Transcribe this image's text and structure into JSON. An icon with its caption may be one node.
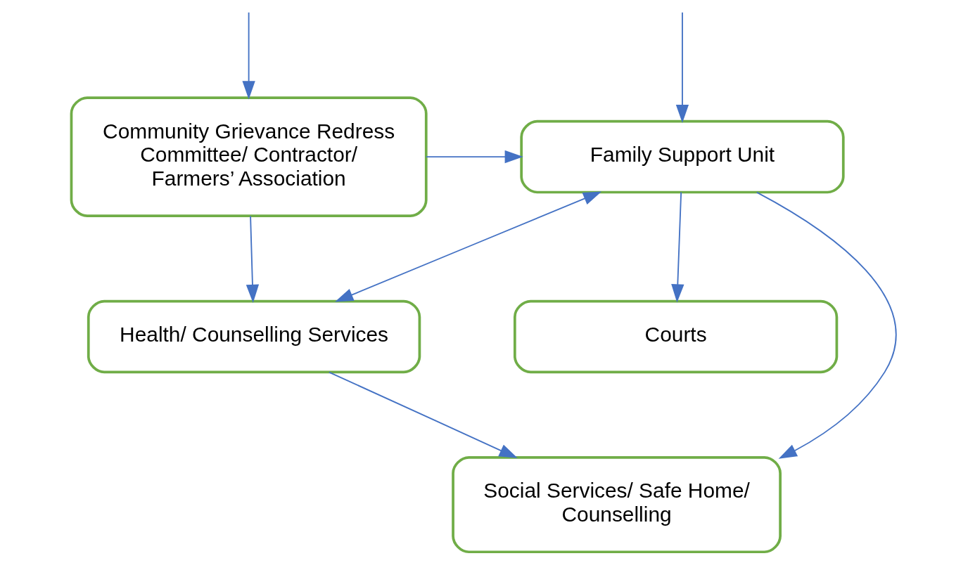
{
  "diagram": {
    "nodes": [
      {
        "text": [
          "Community Grievance Redress Committee/ Contractor/ Farmers’ Association"
        ]
      },
      {
        "text": [
          "Family Support Unit"
        ]
      },
      {
        "text": [
          "Health/ Counselling Services"
        ]
      },
      {
        "text": [
          "Courts"
        ]
      },
      {
        "text": [
          "Social Services/ Safe Home/ Counselling"
        ]
      }
    ],
    "edges": [
      {
        "from": null,
        "to": 0,
        "arrow": "to"
      },
      {
        "from": null,
        "to": 1,
        "arrow": "to"
      },
      {
        "from": 0,
        "to": 1,
        "arrow": "to"
      },
      {
        "from": 0,
        "to": 2,
        "arrow": "to"
      },
      {
        "from": 1,
        "to": 2,
        "arrow": "both"
      },
      {
        "from": 1,
        "to": 4,
        "arrow": "to"
      },
      {
        "from": 1,
        "to": 3,
        "arrow": "to"
      },
      {
        "from": 2,
        "to": 4,
        "arrow": "to"
      }
    ]
  }
}
